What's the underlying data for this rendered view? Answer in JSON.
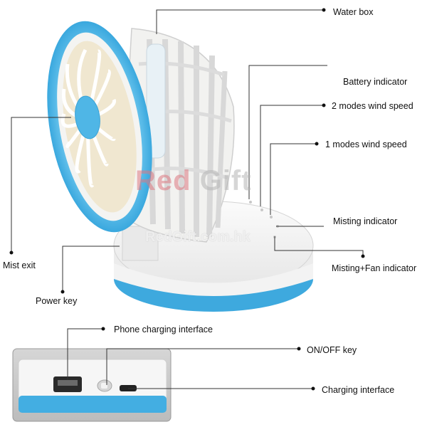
{
  "callouts": {
    "water_box": "Water box",
    "battery_indicator": "Battery indicator",
    "two_modes_wind_speed": "2 modes wind speed",
    "one_modes_wind_speed": "1 modes wind speed",
    "mist_exit": "Mist exit",
    "misting_indicator": "Misting indicator",
    "misting_fan_indicator": "Misting+Fan indicator",
    "power_key": "Power key",
    "phone_charging_interface": "Phone charging interface",
    "on_off_key": "ON/OFF key",
    "charging_interface": "Charging interface"
  },
  "watermark": {
    "logo_prefix": "Red",
    "logo_suffix": "Gift",
    "url": "RedGift.com.hk"
  },
  "colors": {
    "fan_blue": "#4fb6e6",
    "fan_white": "#f4f4f2",
    "blade_cream": "#efe6cf",
    "leader_line": "#333333"
  },
  "icons": [
    "fan-blades-icon",
    "grille-icon",
    "usb-port-icon",
    "micro-usb-port-icon",
    "switch-icon"
  ]
}
